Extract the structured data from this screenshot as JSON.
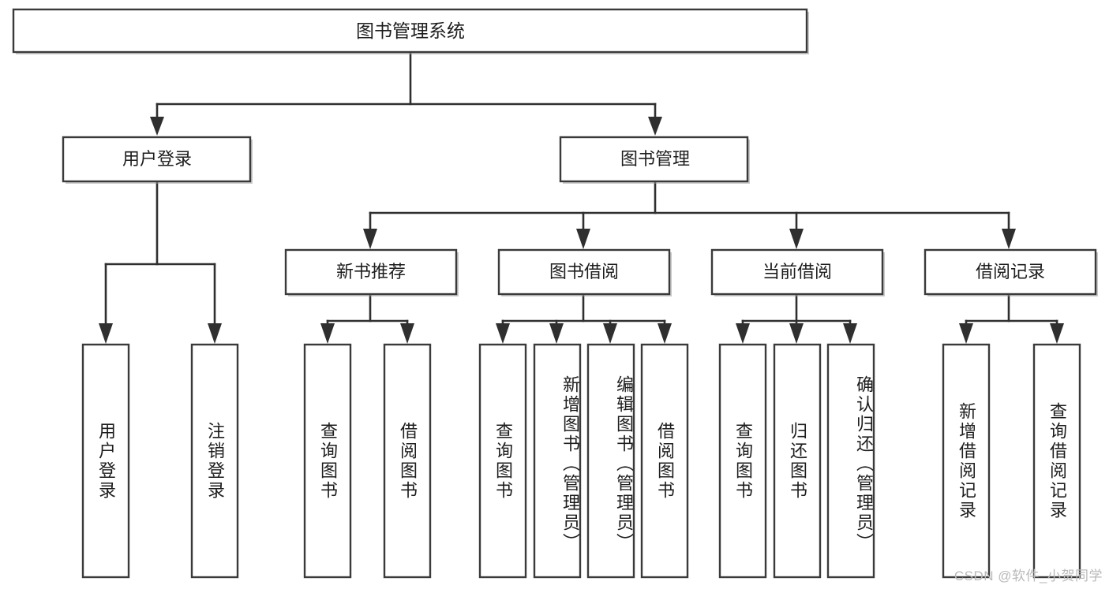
{
  "diagram": {
    "title": "图书管理系统",
    "type": "tree-hierarchy",
    "watermark": "CSDN @软件_小贺同学",
    "root": {
      "label": "图书管理系统"
    },
    "level2": [
      {
        "label": "用户登录"
      },
      {
        "label": "图书管理"
      }
    ],
    "level3": [
      {
        "label": "新书推荐"
      },
      {
        "label": "图书借阅"
      },
      {
        "label": "当前借阅"
      },
      {
        "label": "借阅记录"
      }
    ],
    "leaves": [
      {
        "label": "用户登录",
        "parent": "用户登录"
      },
      {
        "label": "注销登录",
        "parent": "用户登录"
      },
      {
        "label": "查询图书",
        "parent": "新书推荐"
      },
      {
        "label": "借阅图书",
        "parent": "新书推荐"
      },
      {
        "label": "查询图书",
        "parent": "图书借阅"
      },
      {
        "label": "新增图书（管理员）",
        "parent": "图书借阅"
      },
      {
        "label": "编辑图书（管理员）",
        "parent": "图书借阅"
      },
      {
        "label": "借阅图书",
        "parent": "图书借阅"
      },
      {
        "label": "查询图书",
        "parent": "当前借阅"
      },
      {
        "label": "归还图书",
        "parent": "当前借阅"
      },
      {
        "label": "确认归还（管理员）",
        "parent": "当前借阅"
      },
      {
        "label": "新增借阅记录",
        "parent": "借阅记录"
      },
      {
        "label": "查询借阅记录",
        "parent": "借阅记录"
      }
    ],
    "colors": {
      "box_stroke": "#3a3a3a",
      "box_fill": "#ffffff",
      "connector": "#2f2f2f",
      "text": "#1d1d1d",
      "watermark": "#b9b9b9",
      "background": "#ffffff"
    }
  }
}
